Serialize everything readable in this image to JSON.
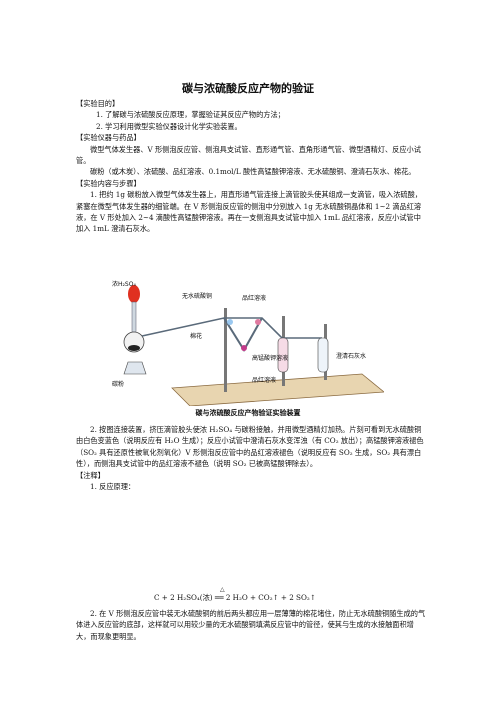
{
  "title": "碳与浓硫酸反应产物的验证",
  "purpose": {
    "heading": "【实验目的】",
    "items": [
      "1. 了解碳与浓硫酸反应原理，掌握验证其反应产物的方法；",
      "2. 学习利用微型实验仪器设计化学实验装置。"
    ]
  },
  "equipment": {
    "heading": "【实验仪器与药品】",
    "instruments": "微型气体发生器、V 形侧泡反应管、侧泡具支试管、直形通气管、直角形通气管、微型酒精灯、反应小试管。",
    "reagents": "碳粉（或木炭）、浓硫酸、品红溶液、0.1mol/L 酸性高锰酸钾溶液、无水硫酸铜、澄清石灰水、棉花。"
  },
  "procedure": {
    "heading": "【实验内容与步骤】",
    "step1": "1. 把约 1g 碳粉放入微型气体发生器上，用直形通气管连接上滴管胶头使其组成一支滴管，吸入浓硫酸，紧塞在微型气体发生器的细管端。在 V 形侧泡反应管的侧泡中分别放入 1g 无水硫酸铜晶体和 1~2 滴品红溶液，在 V 形处加入 2~4 滴酸性高锰酸钾溶液。再在一支侧泡具支试管中加入 1mL 品红溶液，反应小试管中加入 1mL 澄清石灰水。",
    "step2": "2. 按图连接装置，挤压滴管胶头使浓 H₂SO₄ 与碳粉接触，并用微型酒精灯加热。片刻可看到无水硫酸铜由白色变蓝色（说明反应有 H₂O 生成）；反应小试管中澄清石灰水变浑浊（有 CO₂ 放出）；高锰酸钾溶液褪色（SO₂ 具有还原性被氧化剂氧化）V 形侧泡反应管中的品红溶液褪色（说明反应有 SO₂ 生成，SO₂ 具有漂白性），而侧泡具支试管中的品红溶液不褪色（说明 SO₂ 已被高锰酸钾除去）。"
  },
  "figure": {
    "caption": "碳与浓硫酸反应产物验证实验装置",
    "labels": {
      "acid": "浓H₂SO₄",
      "cuso4": "无水硫酸铜",
      "magenta_top": "品红溶液",
      "kmno4": "高锰酸钾溶液",
      "lamp": "碳粉",
      "cotton": "棉花",
      "magenta_bottom": "品红溶液",
      "limewater": "澄清石灰水"
    }
  },
  "notes": {
    "heading": "【注释】",
    "n1": "1. 反应原理：",
    "equation": "C + 2 H₂SO₄(浓) ══ 2 H₂O + CO₂↑ + 2 SO₂↑",
    "delta": "△",
    "n2": "2. 在 V 形侧泡反应管中装无水硫酸铜的前后两头都应用一层薄薄的棉花堵住，防止无水硫酸铜随生成的气体进入反应管的底部，这样就可以用较少量的无水硫酸铜填满反应管中的管径，使其与生成的水接触面积增大，而现象更明显。"
  },
  "colors": {
    "acid_bulb": "#e03020",
    "kmno4": "#c23a8a",
    "base": "#c8a070",
    "board": "#e8d5b0"
  }
}
